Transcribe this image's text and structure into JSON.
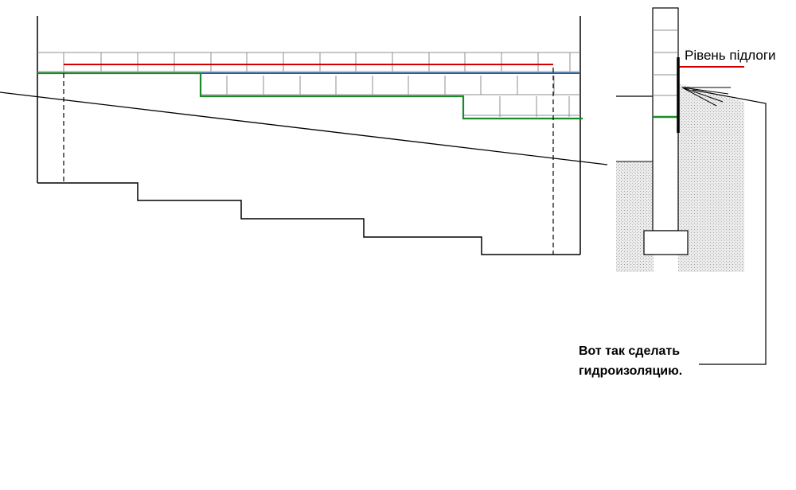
{
  "labels": {
    "floor_level": "Рівень підлоги",
    "note_line1": "Вот так сделать",
    "note_line2": "гидроизоляцию."
  },
  "colors": {
    "red": "#d40000",
    "blue": "#1f5fa0",
    "green": "#1a8a2a",
    "line": "#000000",
    "grid": "#9a9a9a",
    "soil": "#e2e2e2"
  }
}
